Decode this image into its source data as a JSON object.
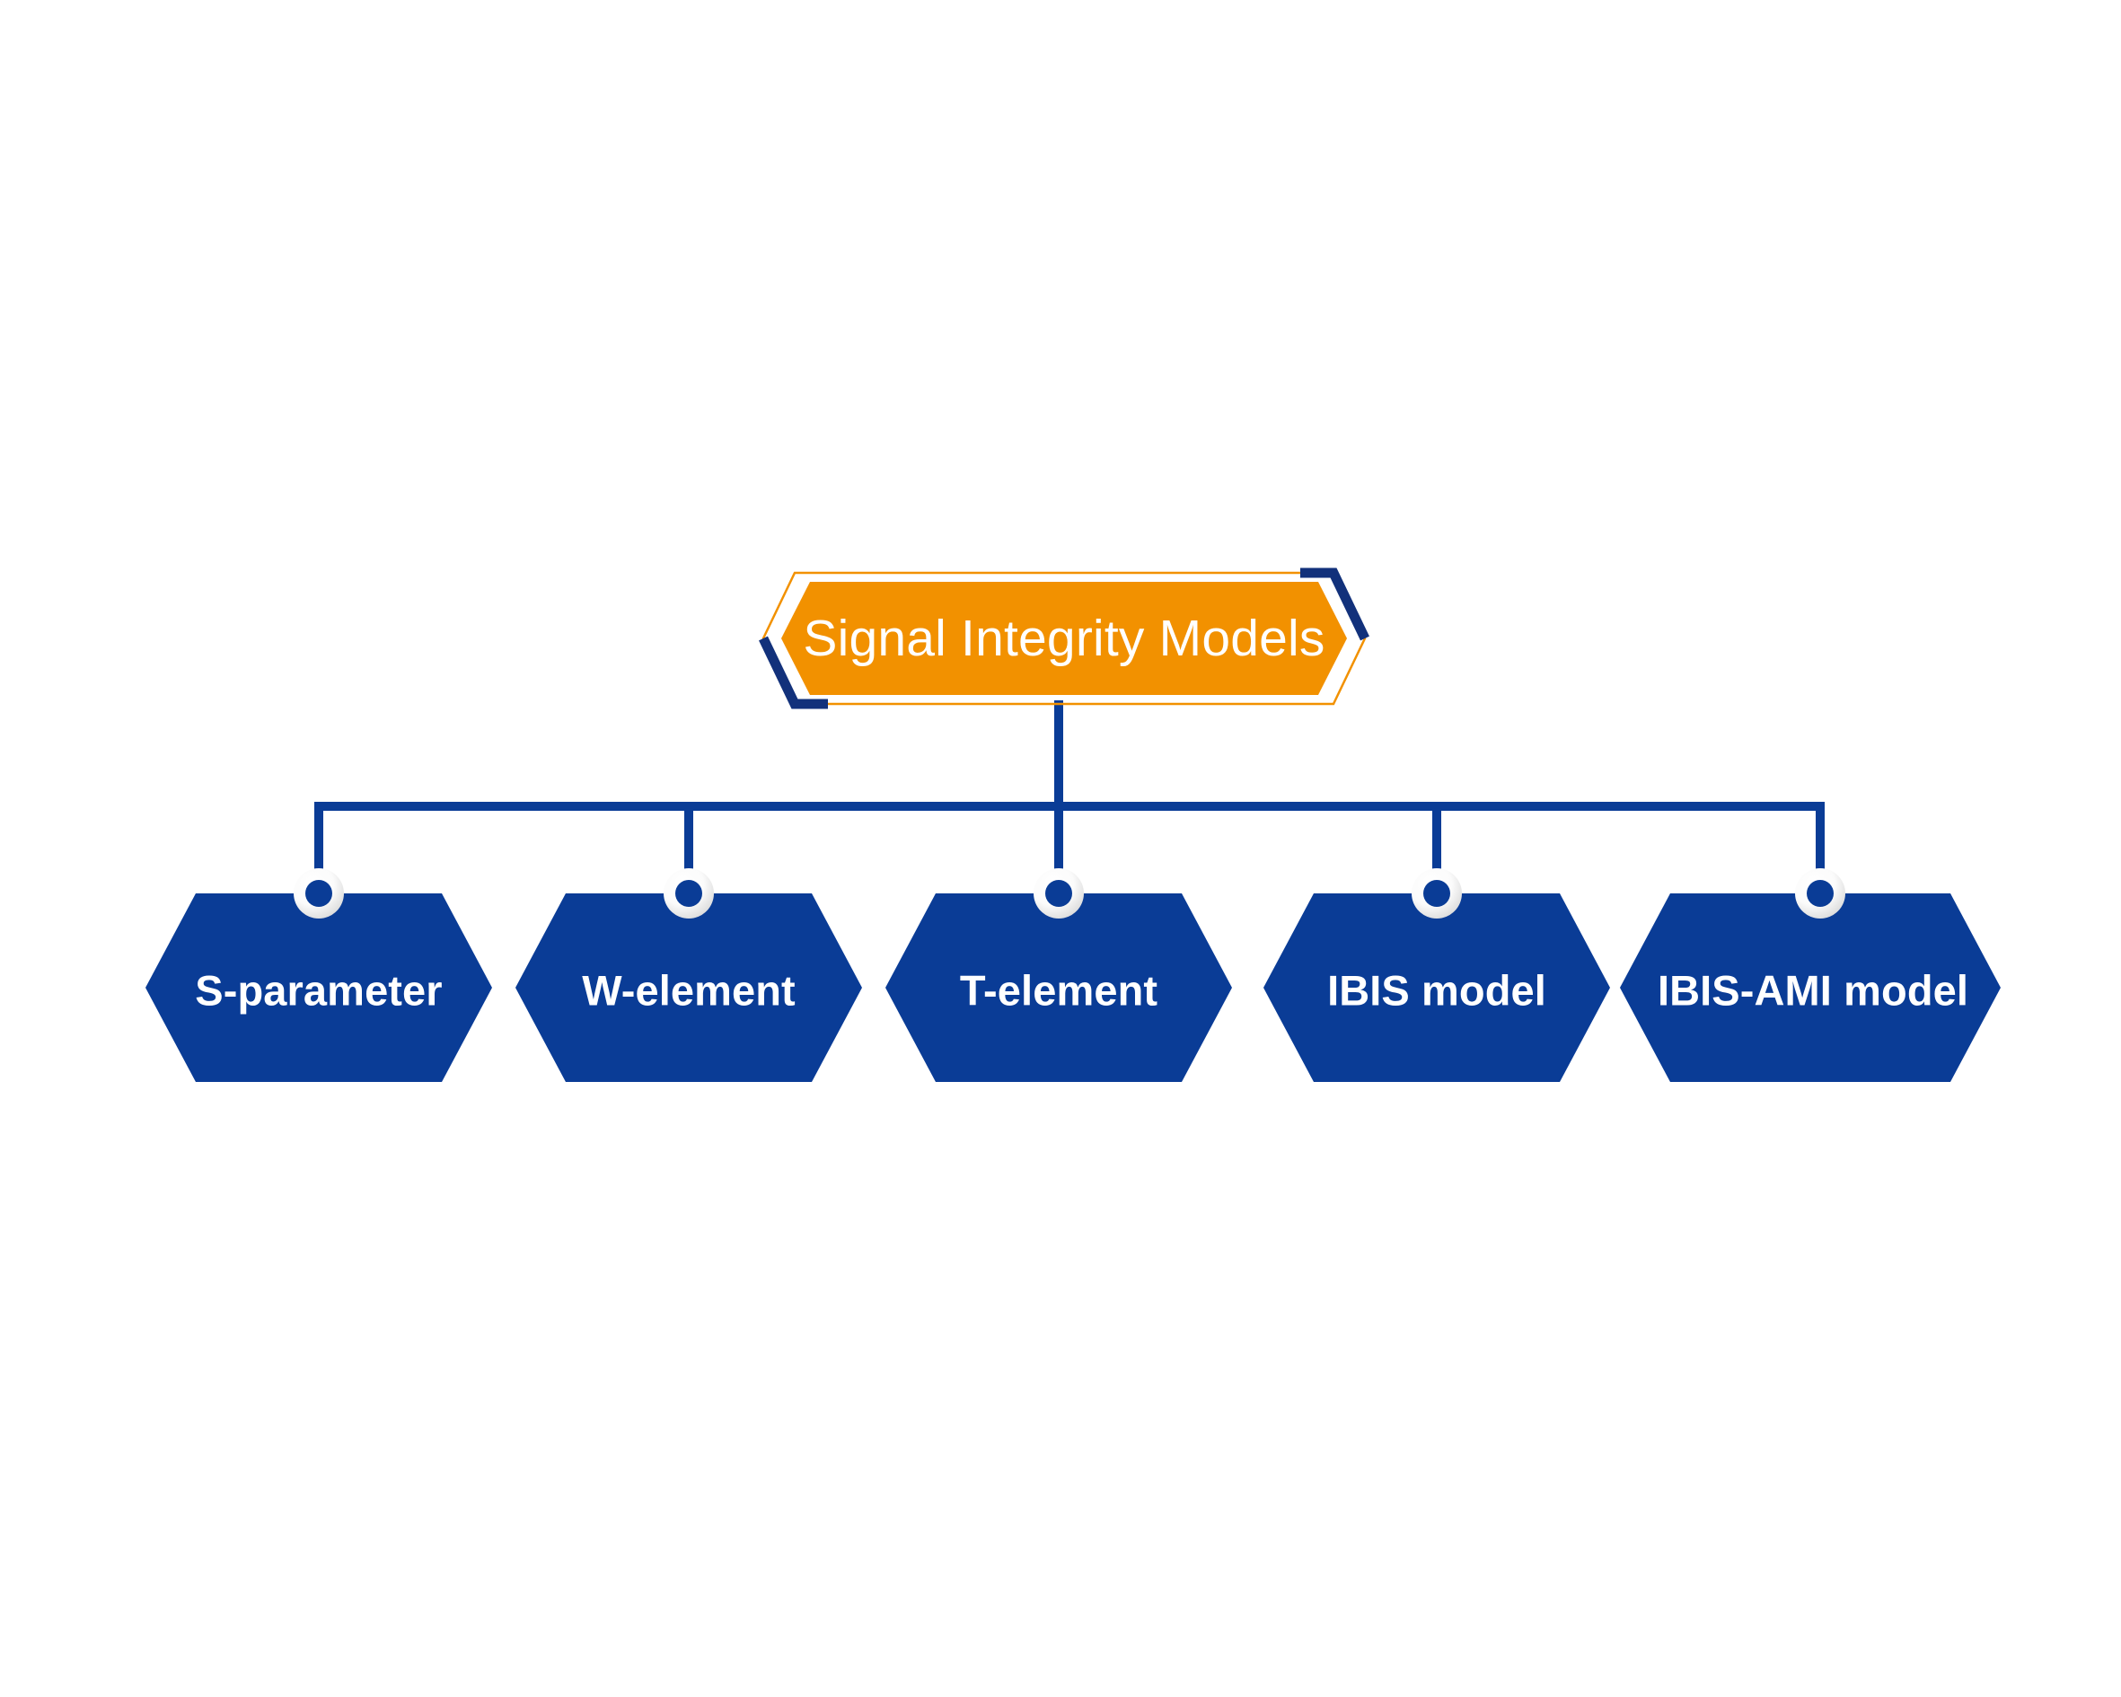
{
  "diagram": {
    "type": "hierarchy-tree",
    "background_color": "#ffffff",
    "root": {
      "label": "Signal Integrity Models",
      "shape": "hexagon",
      "fill_color": "#F29100",
      "text_color": "#FFFFFF",
      "outline_color": "#F29100",
      "accent_color": "#12317B",
      "accent_positions": [
        "top-right",
        "bottom-left"
      ]
    },
    "connector": {
      "line_color": "#0A3C96",
      "node_ring_color": "#F2F2F2",
      "node_dot_color": "#0A3C96",
      "style": "orthogonal-bus"
    },
    "children": [
      {
        "label": "S-parameter",
        "shape": "hexagon",
        "fill_color": "#0A3C96",
        "text_color": "#FFFFFF"
      },
      {
        "label": "W-element",
        "shape": "hexagon",
        "fill_color": "#0A3C96",
        "text_color": "#FFFFFF"
      },
      {
        "label": "T-element",
        "shape": "hexagon",
        "fill_color": "#0A3C96",
        "text_color": "#FFFFFF"
      },
      {
        "label": "IBIS model",
        "shape": "hexagon",
        "fill_color": "#0A3C96",
        "text_color": "#FFFFFF"
      },
      {
        "label": "IBIS-AMI model",
        "shape": "hexagon",
        "fill_color": "#0A3C96",
        "text_color": "#FFFFFF"
      }
    ]
  }
}
